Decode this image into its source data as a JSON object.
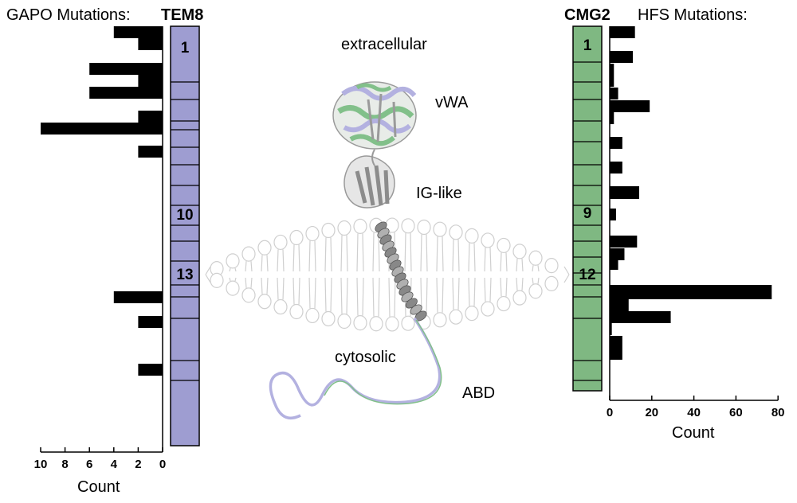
{
  "left_panel": {
    "title": "GAPO Mutations:",
    "gene": "TEM8",
    "exon_labels": [
      "1",
      "10",
      "13"
    ],
    "axis_title": "Count",
    "ticks": [
      "10",
      "8",
      "6",
      "4",
      "2",
      "0"
    ],
    "bar_color": "#000000",
    "exon_color": "#9e9dd1"
  },
  "right_panel": {
    "title": "HFS Mutations:",
    "gene": "CMG2",
    "exon_labels": [
      "1",
      "9",
      "12"
    ],
    "axis_title": "Count",
    "ticks": [
      "0",
      "20",
      "40",
      "60",
      "80"
    ],
    "bar_color": "#000000",
    "exon_color": "#7fb882"
  },
  "protein": {
    "extracellular": "extracellular",
    "vwa": "vWA",
    "ig_like": "IG-like",
    "cytosolic": "cytosolic",
    "abd": "ABD",
    "membrane_color": "#cfcfcf",
    "helix_color": "#888888"
  },
  "chart_data": [
    {
      "type": "bar",
      "orientation": "horizontal",
      "title": "GAPO Mutations:",
      "gene": "TEM8",
      "xlabel": "Count",
      "xlim": [
        0,
        10
      ],
      "x_direction": "reversed",
      "series": [
        {
          "values": [
            4,
            2,
            6,
            2,
            6,
            2,
            10,
            2,
            4,
            2,
            2
          ]
        }
      ]
    },
    {
      "type": "bar",
      "orientation": "horizontal",
      "title": "HFS Mutations:",
      "gene": "CMG2",
      "xlabel": "Count",
      "xlim": [
        0,
        80
      ],
      "series": [
        {
          "values": [
            12,
            11,
            2,
            4,
            19,
            2,
            6,
            6,
            14,
            3,
            13,
            7,
            4,
            77,
            9,
            29,
            1,
            6
          ]
        }
      ]
    }
  ]
}
